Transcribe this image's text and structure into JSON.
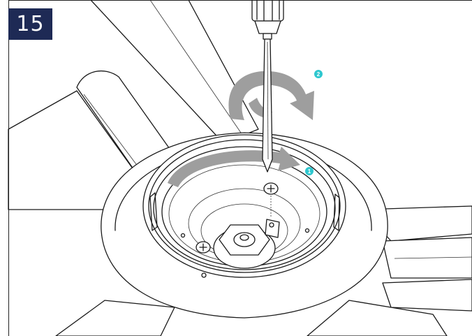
{
  "step": {
    "number": "15"
  },
  "callouts": [
    {
      "label": "1"
    },
    {
      "label": "2"
    }
  ],
  "colors": {
    "badge_bg": "#1e2a55",
    "callout": "#2ec7cf",
    "arrow_gray": "#9e9e9e",
    "line": "#1a1a1a"
  }
}
